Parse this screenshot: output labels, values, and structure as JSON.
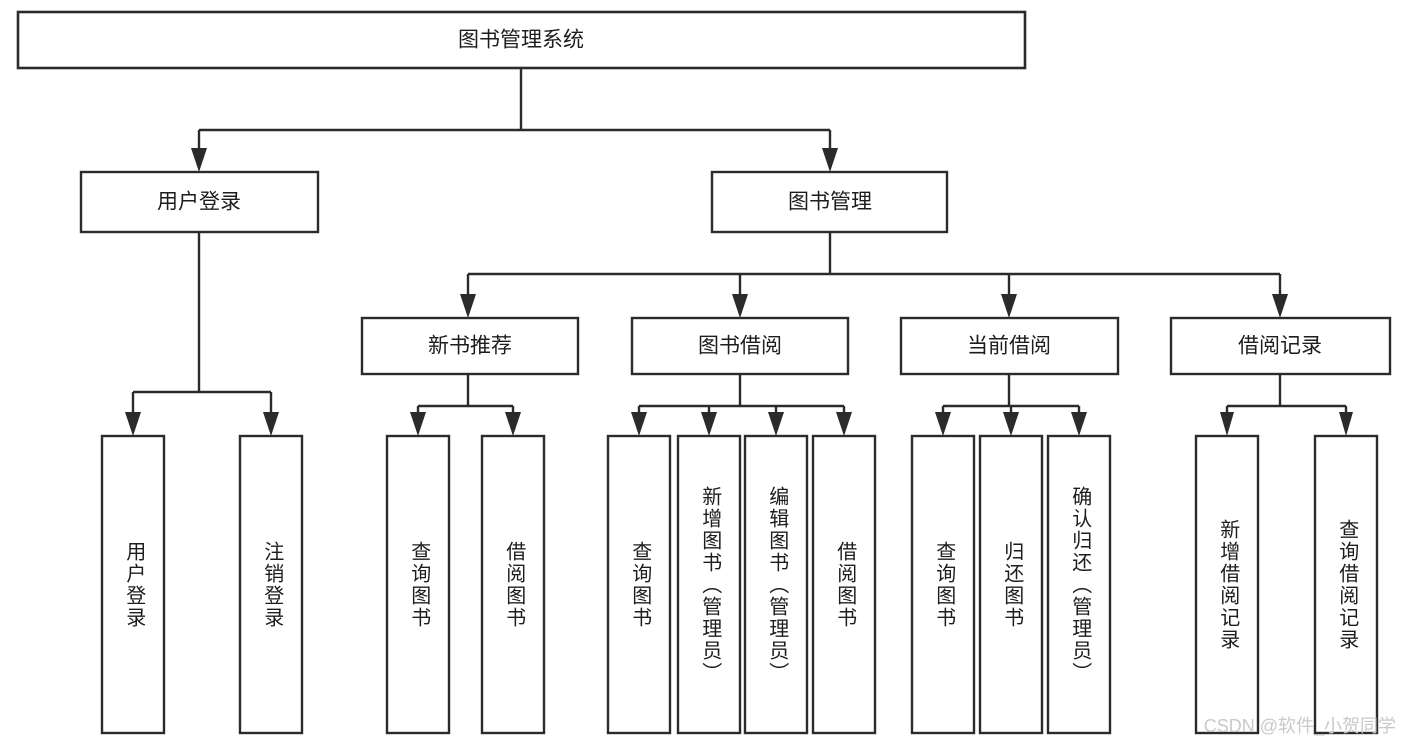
{
  "diagram": {
    "title": "图书管理系统",
    "type": "tree-hierarchy",
    "watermark": "CSDN @软件_小贺同学",
    "levels": {
      "root": {
        "label": "图书管理系统"
      },
      "level2": [
        {
          "label": "用户登录"
        },
        {
          "label": "图书管理"
        }
      ],
      "level3": [
        {
          "label": "新书推荐"
        },
        {
          "label": "图书借阅"
        },
        {
          "label": "当前借阅"
        },
        {
          "label": "借阅记录"
        }
      ],
      "leaves": {
        "user_login": [
          {
            "label": "用户登录"
          },
          {
            "label": "注销登录"
          }
        ],
        "new_book_recommend": [
          {
            "label": "查询图书"
          },
          {
            "label": "借阅图书"
          }
        ],
        "book_borrow": [
          {
            "label": "查询图书"
          },
          {
            "label": "新增图书（管理员）"
          },
          {
            "label": "编辑图书（管理员）"
          },
          {
            "label": "借阅图书"
          }
        ],
        "current_borrow": [
          {
            "label": "查询图书"
          },
          {
            "label": "归还图书"
          },
          {
            "label": "确认归还（管理员）"
          }
        ],
        "borrow_record": [
          {
            "label": "新增借阅记录"
          },
          {
            "label": "查询借阅记录"
          }
        ]
      }
    },
    "colors": {
      "box_stroke": "#2b2b2b",
      "box_fill": "#ffffff",
      "text": "#1d1d1d",
      "watermark": "#c9c9c9",
      "background": "#ffffff"
    }
  }
}
